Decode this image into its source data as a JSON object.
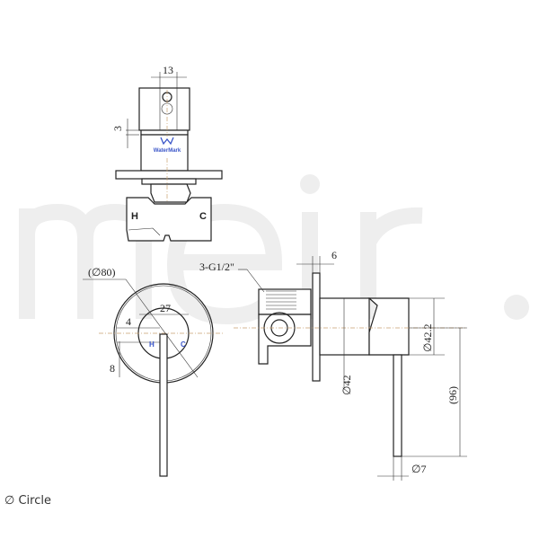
{
  "watermark": "meir.",
  "top_view": {
    "dim_width": "13",
    "dim_offset": "3",
    "label_hot": "H",
    "label_cold": "C",
    "certification_mark": "WaterMark"
  },
  "front_view": {
    "dim_diameter": "(∅80)",
    "dim_inner": "27",
    "dim_a": "4",
    "dim_b": "8",
    "label_hot": "H",
    "label_cold": "C"
  },
  "side_view": {
    "thread_label": "3-G1/2\"",
    "dim_plate": "6",
    "dim_body_diameter": "∅42",
    "dim_handle_diameter": "∅42.2",
    "dim_lever_length": "(96)",
    "dim_lever_diameter": "∅7"
  },
  "legend": {
    "symbol": "∅",
    "label": "Circle"
  },
  "colors": {
    "line": "#222222",
    "centerline": "#c8a070",
    "accent": "#3a55c8",
    "watermark": "#eeeeee"
  }
}
